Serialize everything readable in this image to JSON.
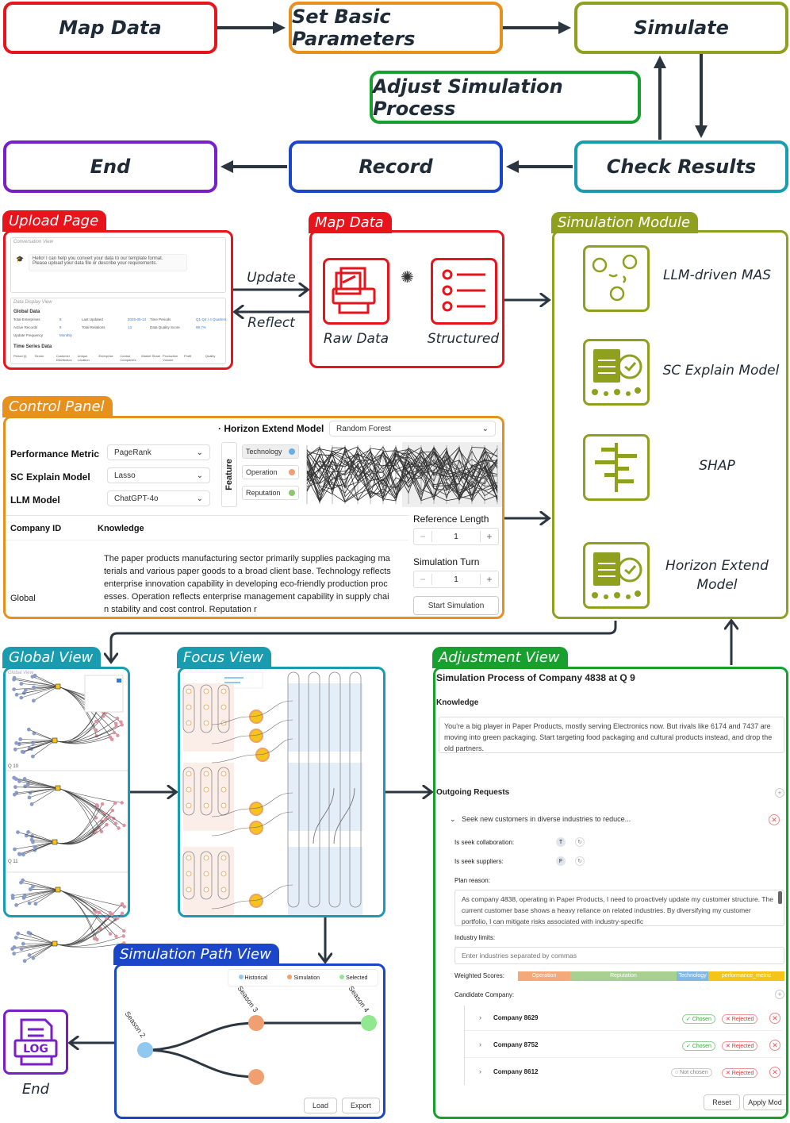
{
  "flow": {
    "map_data": "Map Data",
    "set_params": "Set Basic Parameters",
    "simulate": "Simulate",
    "adjust": "Adjust Simulation Process",
    "end": "End",
    "record": "Record",
    "check": "Check Results"
  },
  "colors": {
    "red": "#e8141c",
    "orange": "#e8901e",
    "olive": "#8fa01f",
    "green": "#18a02e",
    "purple": "#7a1ec8",
    "blue": "#1c46c8",
    "teal": "#1a9cb0"
  },
  "upload": {
    "tab": "Upload Page",
    "conv_title": "Conversation View",
    "msg1": "Hello! I can help you convert your data to our template format.",
    "msg2": "Please upload your data file or describe your requirements.",
    "data_title": "Data Display View",
    "global_data": "Global Data",
    "time_series": "Time Series Data",
    "rows": [
      [
        "Total Enterprises",
        "8",
        "Last Updated",
        "2025-05-13",
        "Time Periods",
        "Q1-Q4 / 4 Quarters"
      ],
      [
        "Active Records",
        "8",
        "Total Relations",
        "13",
        "Data Quality Score",
        "99.7%"
      ],
      [
        "Update Frequency",
        "Monthly",
        "",
        "",
        "",
        ""
      ]
    ],
    "ts_cols": [
      "Period (t)",
      "Sector",
      "Customer Distribution",
      "Unique Location",
      "Enterprise",
      "Control Companies",
      "Market Share",
      "Production Volume",
      "Profit",
      "Quality"
    ]
  },
  "mapdata": {
    "tab": "Map Data",
    "raw": "Raw Data",
    "structured": "Structured",
    "update": "Update",
    "reflect": "Reflect"
  },
  "simmod": {
    "tab": "Simulation Module",
    "items": [
      "LLM-driven MAS",
      "SC Explain Model",
      "SHAP",
      "Horizon Extend Model"
    ]
  },
  "control": {
    "tab": "Control Panel",
    "horizon_label": "Horizon Extend Model",
    "horizon_value": "Random Forest",
    "perf_label": "Performance Metric",
    "perf_value": "PageRank",
    "sc_label": "SC Explain Model",
    "sc_value": "Lasso",
    "llm_label": "LLM Model",
    "llm_value": "ChatGPT-4o",
    "feature_label": "Feature",
    "features": [
      "Technology",
      "Operation",
      "Reputation"
    ],
    "company_col": "Company ID",
    "knowledge_col": "Knowledge",
    "company_id": "Global",
    "knowledge_text": "The paper products manufacturing sector primarily supplies packaging materials and various paper goods to a broad client base. Technology reflects enterprise innovation capability in developing eco-friendly production processes. Operation reflects enterprise management capability in supply chain stability and cost control. Reputation r",
    "ref_label": "Reference Length",
    "ref_value": "1",
    "turn_label": "Simulation Turn",
    "turn_value": "1",
    "start": "Start Simulation",
    "minus": "−",
    "plus": "+"
  },
  "global": {
    "tab": "Global View",
    "inner": "Global View",
    "lbl1": "Q 10",
    "lbl2": "Q 11"
  },
  "focus": {
    "tab": "Focus View"
  },
  "adjust": {
    "tab": "Adjustment View",
    "title": "Simulation Process of Company 4838 at Q 9",
    "knowledge_label": "Knowledge",
    "knowledge_text": "You're a big player in Paper Products, mostly serving Electronics now. But rivals like 6174 and 7437 are moving into green packaging. Start targeting food packaging and cultural products instead, and drop the old partners.",
    "outgoing": "Outgoing Requests",
    "request": "Seek new customers in diverse industries to reduce...",
    "collab_label": "Is seek collaboration:",
    "collab_val": "T",
    "supp_label": "Is seek suppliers:",
    "supp_val": "F",
    "plan_label": "Plan reason:",
    "plan_text": "As company 4838, operating in Paper Products, I need to proactively update my customer structure. The current customer base shows a heavy reliance on related industries. By diversifying my customer portfolio, I can mitigate risks associated with industry-specific",
    "industry_label": "Industry limits:",
    "industry_ph": "Enter industries separated by commas",
    "weighted_label": "Weighted Scores:",
    "scores": [
      "Operation",
      "Reputation",
      "Technology",
      "performance_metric"
    ],
    "candidate_label": "Candidate Company:",
    "candidates": [
      {
        "name": "Company 8629",
        "a": "✓ Chosen",
        "b": "✕ Rejected"
      },
      {
        "name": "Company 8752",
        "a": "✓ Chosen",
        "b": "✕ Rejected"
      },
      {
        "name": "Company 8612",
        "a": "○ Not chosen",
        "b": "✕ Rejected"
      }
    ],
    "reset": "Reset",
    "apply": "Apply Mod"
  },
  "simpath": {
    "tab": "Simulation Path View",
    "legend": [
      "Historical",
      "Simulation",
      "Selected"
    ],
    "season2": "Season 2",
    "season3": "Season 3",
    "season4": "Season 4",
    "load": "Load",
    "export": "Export"
  },
  "endlog": {
    "log": "LOG",
    "end": "End"
  }
}
